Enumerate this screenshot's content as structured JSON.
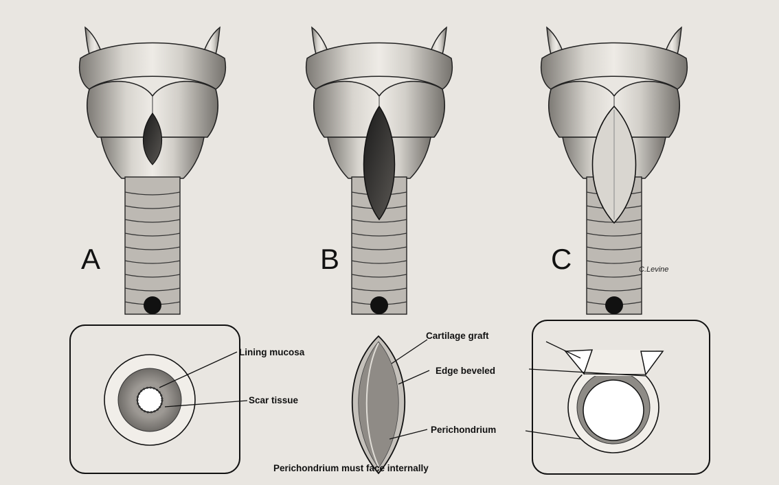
{
  "panels": [
    {
      "letter": "A"
    },
    {
      "letter": "B"
    },
    {
      "letter": "C"
    }
  ],
  "artist_signature": "C.Levine",
  "labels": {
    "lining_mucosa": "Lining mucosa",
    "scar_tissue": "Scar tissue",
    "cartilage_graft": "Cartilage graft",
    "edge_beveled": "Edge beveled",
    "perichondrium": "Perichondrium",
    "caption": "Perichondrium must face internally"
  },
  "colors": {
    "paper": "#e9e6e1",
    "ink": "#111111",
    "cartilage": "#dcd9d3",
    "shadow": "#8e8b86"
  }
}
